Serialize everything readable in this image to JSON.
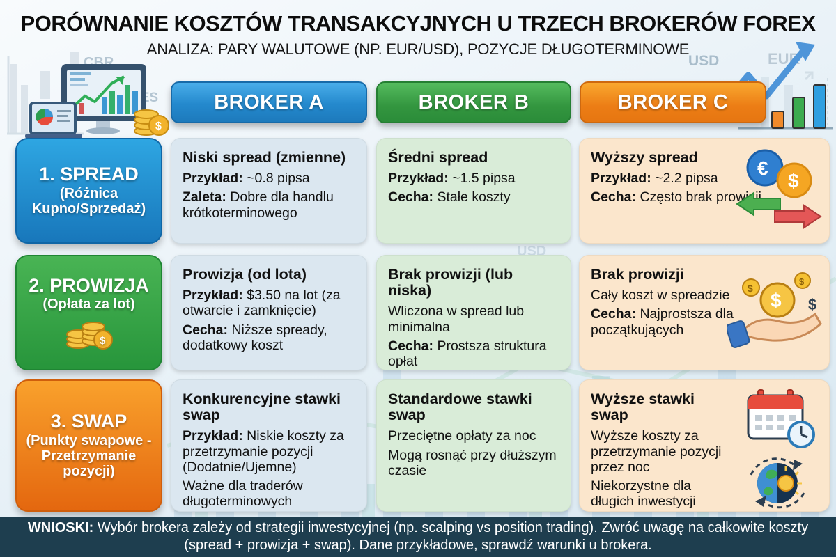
{
  "title": "PORÓWNANIE KOSZTÓW TRANSAKCYJNYCH U TRZECH BROKERÓW FOREX",
  "subtitle": "ANALIZA: PARY WALUTOWE (NP. EUR/USD), POZYCJE DŁUGOTERMINOWE",
  "brokers": [
    {
      "label": "BROKER A"
    },
    {
      "label": "BROKER B"
    },
    {
      "label": "BROKER C"
    }
  ],
  "rows": [
    {
      "label_title": "1. SPREAD",
      "label_sub": "(Różnica Kupno/Sprzedaż)",
      "cells": [
        {
          "title": "Niski spread (zmienne)",
          "lines": [
            {
              "lead": "Przykład:",
              "text": " ~0.8 pipsa"
            },
            {
              "lead": "Zaleta:",
              "text": " Dobre dla handlu krótkoterminowego"
            }
          ]
        },
        {
          "title": "Średni spread",
          "lines": [
            {
              "lead": "Przykład:",
              "text": " ~1.5 pipsa"
            },
            {
              "lead": "Cecha:",
              "text": " Stałe koszty"
            }
          ]
        },
        {
          "title": "Wyższy spread",
          "lines": [
            {
              "lead": "Przykład:",
              "text": " ~2.2 pipsa"
            },
            {
              "lead": "Cecha:",
              "text": " Często brak prowizji"
            }
          ]
        }
      ]
    },
    {
      "label_title": "2. PROWIZJA",
      "label_sub": "(Opłata za lot)",
      "cells": [
        {
          "title": "Prowizja (od lota)",
          "lines": [
            {
              "lead": "Przykład:",
              "text": " $3.50 na lot (za otwarcie i zamknięcie)"
            },
            {
              "lead": "Cecha:",
              "text": " Niższe spready, dodatkowy koszt"
            }
          ]
        },
        {
          "title": "Brak prowizji (lub niska)",
          "lines": [
            {
              "lead": "",
              "text": "Wliczona w spread lub minimalna"
            },
            {
              "lead": "Cecha:",
              "text": " Prostsza struktura opłat"
            }
          ]
        },
        {
          "title": "Brak prowizji",
          "lines": [
            {
              "lead": "",
              "text": "Cały koszt w spreadzie"
            },
            {
              "lead": "Cecha:",
              "text": " Najprostsza dla początkujących"
            }
          ]
        }
      ]
    },
    {
      "label_title": "3. SWAP",
      "label_sub": "(Punkty swapowe - Przetrzymanie pozycji)",
      "cells": [
        {
          "title": "Konkurencyjne stawki swap",
          "lines": [
            {
              "lead": "Przykład:",
              "text": " Niskie koszty za przetrzymanie pozycji (Dodatnie/Ujemne)"
            },
            {
              "lead": "",
              "text": "Ważne dla traderów długoterminowych"
            }
          ]
        },
        {
          "title": "Standardowe stawki swap",
          "lines": [
            {
              "lead": "",
              "text": "Przeciętne opłaty za noc"
            },
            {
              "lead": "",
              "text": "Mogą rosnąć przy dłuższym czasie"
            }
          ]
        },
        {
          "title": "Wyższe stawki swap",
          "lines": [
            {
              "lead": "",
              "text": "Wyższe koszty za przetrzymanie pozycji przez noc"
            },
            {
              "lead": "",
              "text": "Niekorzystne dla długich inwestycji"
            }
          ]
        }
      ]
    }
  ],
  "footer": {
    "lead": "WNIOSKI:",
    "text": " Wybór brokera zależy od strategii inwestycyjnej (np. scalping vs position trading). Zwróć uwagę na całkowite koszty (spread + prowizja + swap). Dane przykładowe, sprawdź warunki u brokera."
  },
  "decor": {
    "cbr": "CBR",
    "uptres": "UPTRES",
    "eur": "EUR",
    "usd_top": "USD",
    "usd_mid": "USD"
  },
  "icons": {
    "euro_symbol": "€",
    "dollar_symbol": "$",
    "row1_broker_c": [
      "euro-coin",
      "dollar-coin",
      "arrow-left-green",
      "arrow-right-red"
    ],
    "row2_label": "coin-stacks",
    "row2_broker_c": "hand-with-coins",
    "row3_broker_c": [
      "calendar-clock",
      "day-night-cycle"
    ]
  },
  "palette": {
    "broker_a": "#2489cd",
    "broker_b": "#33963f",
    "broker_c": "#ec7d15",
    "cell_a": "#dbe7f0",
    "cell_b": "#d9ecd8",
    "cell_c": "#fbe6cc",
    "footer_bg": "#1e3e4f"
  }
}
